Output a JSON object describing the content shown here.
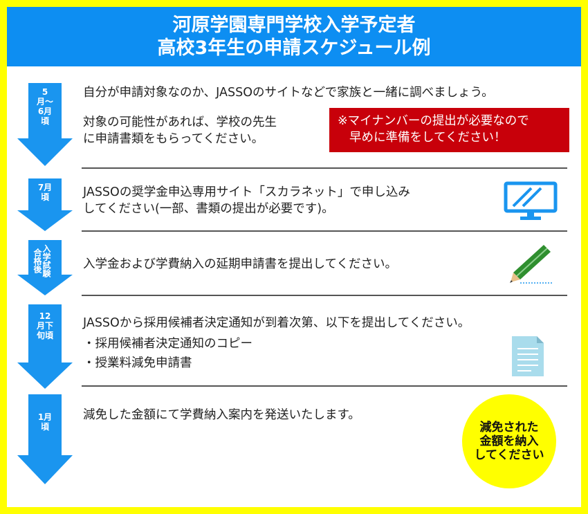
{
  "header": {
    "title_line1": "河原学園専門学校入学予定者",
    "title_line2": "高校3年生の申請スケジュール例"
  },
  "steps": [
    {
      "label": "5月〜6月頃",
      "lines": [
        "自分が申請対象なのか、JASSOのサイトなどで家族と一緒に調べましょう。",
        "対象の可能性があれば、学校の先生",
        "に申請書類をもらってください。"
      ],
      "notice": [
        "※マイナンバーの提出が必要なので",
        "早めに準備をしてください！"
      ]
    },
    {
      "label": "7月頃",
      "lines": [
        "JASSOの奨学金申込専用サイト「スカラネット」で申し込み",
        "してください(一部、書類の提出が必要です)。"
      ]
    },
    {
      "label_col1": "入学試験",
      "label_col2": "合格後",
      "lines": [
        "入学金および学費納入の延期申請書を提出してください。"
      ]
    },
    {
      "label": "12月下旬頃",
      "lines": [
        "JASSOから採用候補者決定通知が到着次第、以下を提出してください。",
        "・採用候補者決定通知のコピー",
        "・授業料減免申請書"
      ]
    },
    {
      "label": "1月頃",
      "lines": [
        "減免した金額にて学費納入案内を発送いたします。"
      ]
    }
  ],
  "badge": [
    "減免された",
    "金額を納入",
    "してください"
  ],
  "colors": {
    "border": "#ffff00",
    "header": "#0d8ef2",
    "arrow": "#1a95ef",
    "notice": "#c8000a",
    "badge": "#ffff00"
  },
  "icons": [
    "monitor-icon",
    "pencil-icon",
    "document-icon"
  ]
}
